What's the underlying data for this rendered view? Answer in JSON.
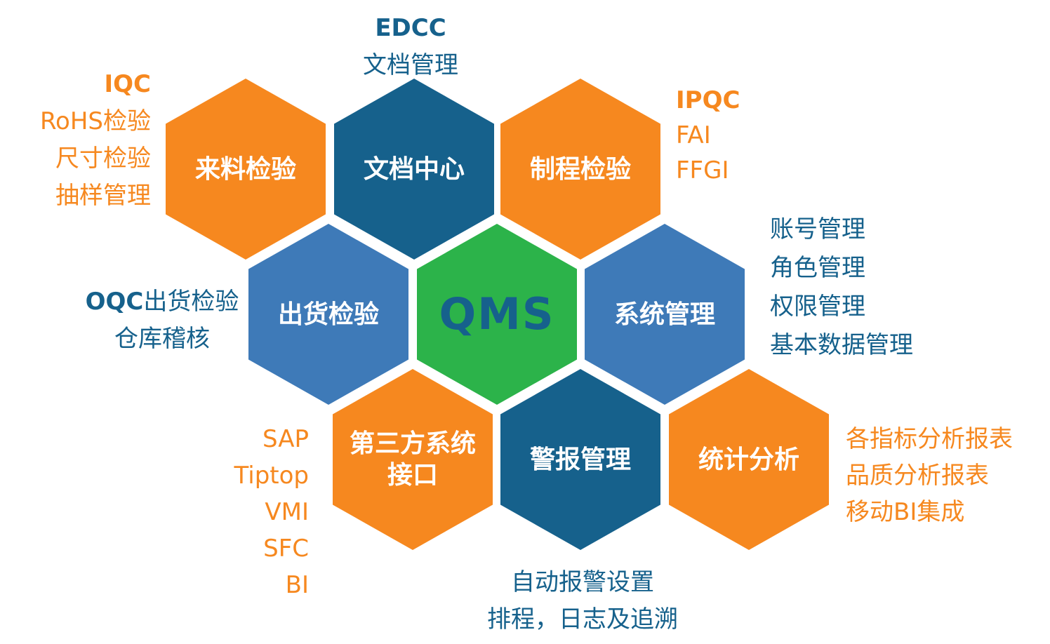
{
  "center": {
    "label": "QMS"
  },
  "hexagons": [
    {
      "name": "incoming-inspection",
      "label": "来料检验",
      "color": "orange"
    },
    {
      "name": "document-center",
      "label": "文档中心",
      "color": "teal"
    },
    {
      "name": "process-inspection",
      "label": "制程检验",
      "color": "orange"
    },
    {
      "name": "shipment-inspection",
      "label": "出货检验",
      "color": "blue"
    },
    {
      "name": "system-management",
      "label": "系统管理",
      "color": "blue"
    },
    {
      "name": "third-party-interface",
      "label": "第三方系统\n接口",
      "color": "orange"
    },
    {
      "name": "alarm-management",
      "label": "警报管理",
      "color": "teal"
    },
    {
      "name": "statistics-analysis",
      "label": "统计分析",
      "color": "orange"
    }
  ],
  "annotations": {
    "edcc": {
      "title": "EDCC",
      "items": [
        "文档管理"
      ]
    },
    "iqc": {
      "title": "IQC",
      "items": [
        "RoHS检验",
        "尺寸检验",
        "抽样管理"
      ]
    },
    "ipqc": {
      "title": "IPQC",
      "items": [
        "FAI",
        "FFGI"
      ]
    },
    "oqc": {
      "title": "OQC",
      "title_suffix": "出货检验",
      "items": [
        "仓库稽核"
      ]
    },
    "system_management": {
      "items": [
        "账号管理",
        "角色管理",
        "权限管理",
        "基本数据管理"
      ]
    },
    "third_party": {
      "items": [
        "SAP",
        "Tiptop",
        "VMI",
        "SFC",
        "BI"
      ]
    },
    "alarm": {
      "items": [
        "自动报警设置",
        "排程，日志及追溯"
      ]
    },
    "statistics": {
      "items": [
        "各指标分析报表",
        "品质分析报表",
        "移动BI集成"
      ]
    }
  },
  "colors": {
    "orange": "#F6881F",
    "teal": "#16618C",
    "blue": "#3E7AB8",
    "green": "#2CB34A"
  }
}
